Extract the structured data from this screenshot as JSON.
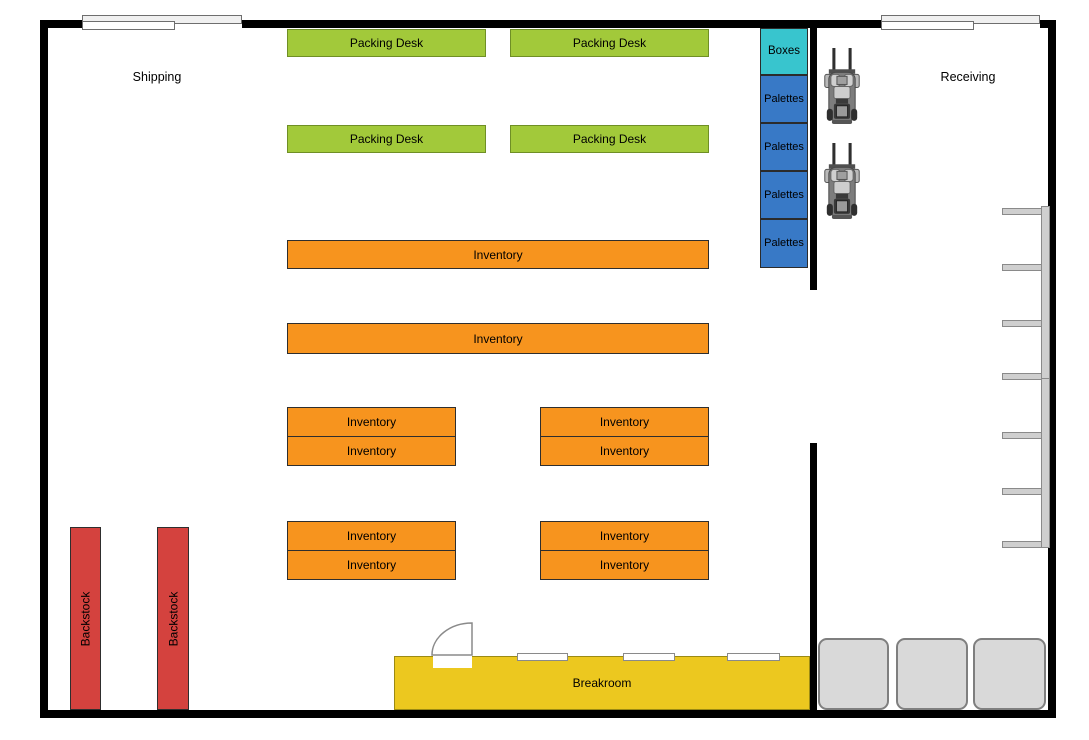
{
  "plan": {
    "background": "#ffffff",
    "rooms": {
      "shipping": "Shipping",
      "receiving": "Receiving",
      "breakroom": "Breakroom"
    },
    "furniture": {
      "packing_desk": "Packing Desk",
      "inventory": "Inventory",
      "backstock": "Backstock",
      "boxes": "Boxes",
      "palettes": "Palettes"
    },
    "counts": {
      "packing_desks": 4,
      "inventory_shelves": 10,
      "backstock_racks": 2,
      "boxes_bins": 1,
      "palettes_bins": 4,
      "forklifts": 2,
      "wall_shelf_units": 2,
      "sliding_doors": 2,
      "hinged_doors": 1,
      "windows": 3,
      "storage_pads": 3
    },
    "colors": {
      "wall": "#000000",
      "packing_desk": "#a2c93a",
      "packing_desk_border": "#6f8f25",
      "inventory": "#f7941e",
      "inventory_border": "#2e2e2e",
      "backstock": "#d4423e",
      "backstock_border": "#2e2e2e",
      "breakroom": "#ecc81f",
      "breakroom_border": "#9b8a14",
      "boxes": "#38c5ce",
      "palettes": "#3879c6",
      "bin_border": "#2b2b2b",
      "shelf": "#cfcfcf",
      "shelf_border": "#8a8a8a",
      "pad": "#d9d9d9",
      "pad_border": "#7f7f7f"
    }
  }
}
